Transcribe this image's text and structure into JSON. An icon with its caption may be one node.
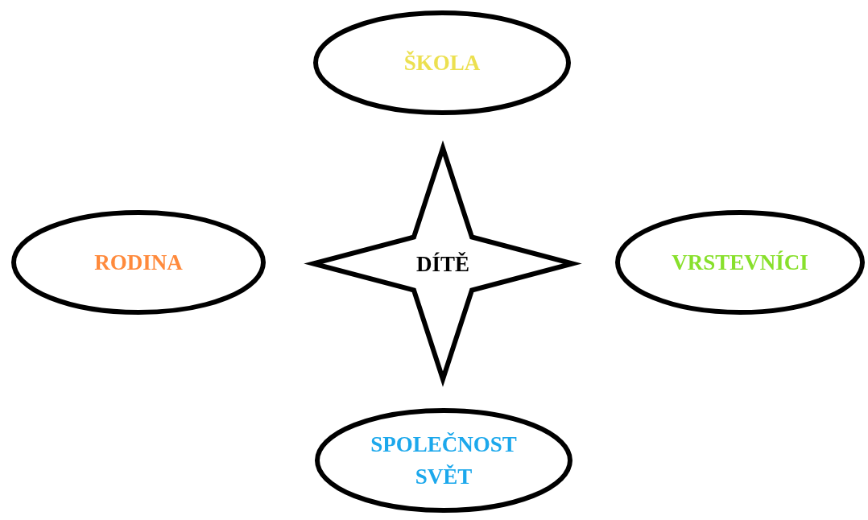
{
  "diagram": {
    "nodes": [
      {
        "text": [
          "ŠKOLA"
        ]
      },
      {
        "text": [
          "RODINA"
        ]
      },
      {
        "text": [
          "DÍTĚ"
        ]
      },
      {
        "text": [
          "VRSTEVNÍCI"
        ]
      },
      {
        "text": [
          "SPOLEČNOST SVĚT"
        ]
      }
    ]
  }
}
